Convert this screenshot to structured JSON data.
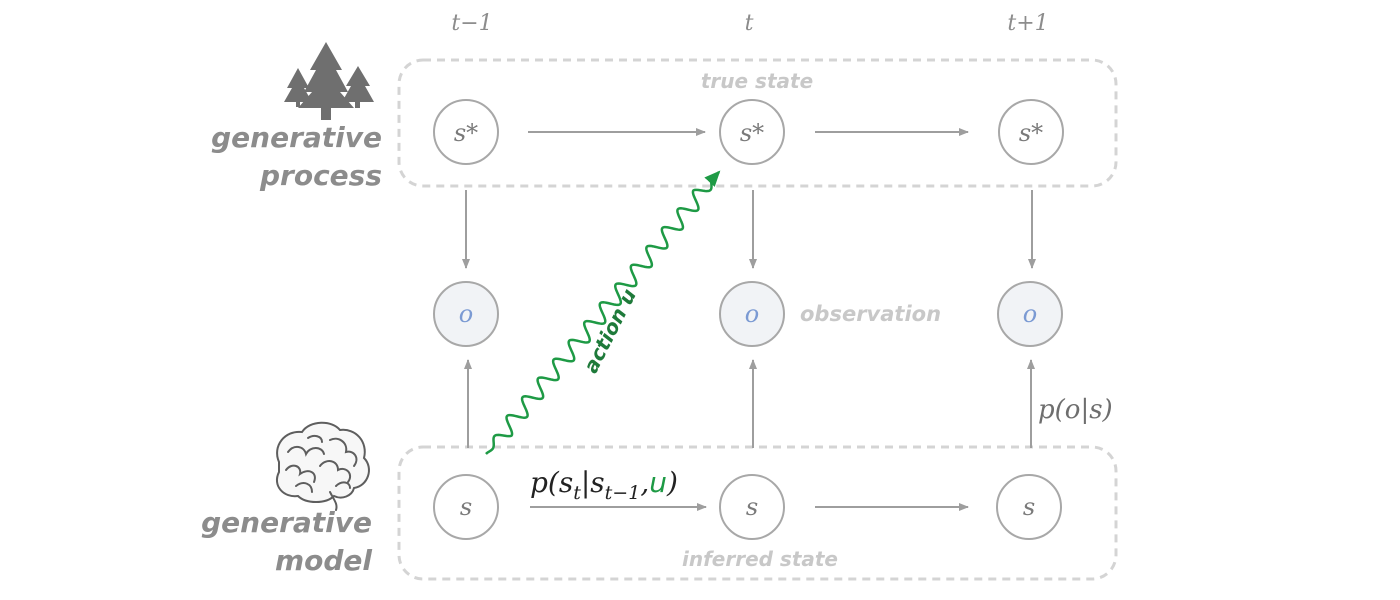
{
  "time_labels": {
    "prev": "t−1",
    "now": "t",
    "next": "t+1"
  },
  "process": {
    "line1": "generative",
    "line2": "process",
    "region_label": "true state"
  },
  "model": {
    "line1": "generative",
    "line2": "model",
    "region_label": "inferred state"
  },
  "nodes": {
    "true_state": "s*",
    "observation": "o",
    "inferred_state": "s"
  },
  "labels": {
    "observation": "observation",
    "action": "action u",
    "likelihood": "p(o|s)",
    "transition": {
      "prefix": "p(s",
      "sub_t": "t",
      "bar": "|s",
      "sub_prev": "t−1",
      "comma": ",",
      "u": "u",
      "close": ")"
    }
  },
  "icons": {
    "process": "forest-icon",
    "model": "brain-icon"
  },
  "colors": {
    "gray": "#9e9e9e",
    "light_gray": "#c8c8c8",
    "action_green": "#1e9a45",
    "obs_fill": "#f1f3f6",
    "obs_text": "#7b9ad3",
    "label_gray": "#8c8c8c"
  }
}
